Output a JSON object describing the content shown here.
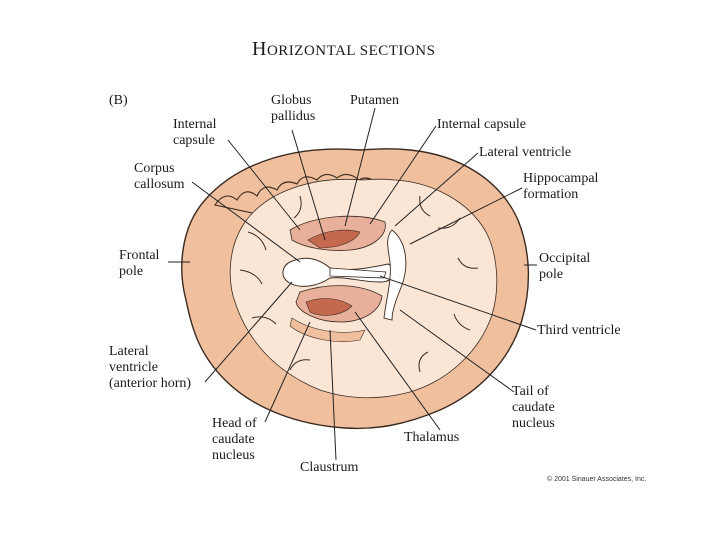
{
  "title": {
    "first_letter": "H",
    "rest": "ORIZONTAL SECTIONS"
  },
  "panel_label": "(B)",
  "labels": {
    "internal_capsule_left": "Internal\ncapsule",
    "globus_pallidus": "Globus\npallidus",
    "putamen": "Putamen",
    "internal_capsule_right": "Internal capsule",
    "lateral_ventricle_top": "Lateral ventricle",
    "corpus_callosum": "Corpus\ncallosum",
    "hippocampal_formation": "Hippocampal\nformation",
    "frontal_pole": "Frontal\npole",
    "occipital_pole": "Occipital\npole",
    "third_ventricle": "Third ventricle",
    "lateral_ventricle_anterior": "Lateral\nventricle\n(anterior horn)",
    "tail_caudate": "Tail of\ncaudate\nnucleus",
    "head_caudate": "Head of\ncaudate\nnucleus",
    "thalamus": "Thalamus",
    "claustrum": "Claustrum"
  },
  "credit": "© 2001 Sinauer Associates, Inc.",
  "colors": {
    "cortex": "#f0c09e",
    "white_matter": "#fbe6d6",
    "outline": "#3a2a20",
    "nucleus_light": "#e8b09a",
    "nucleus_dark": "#c4694e",
    "ventricle": "#ffffff"
  }
}
